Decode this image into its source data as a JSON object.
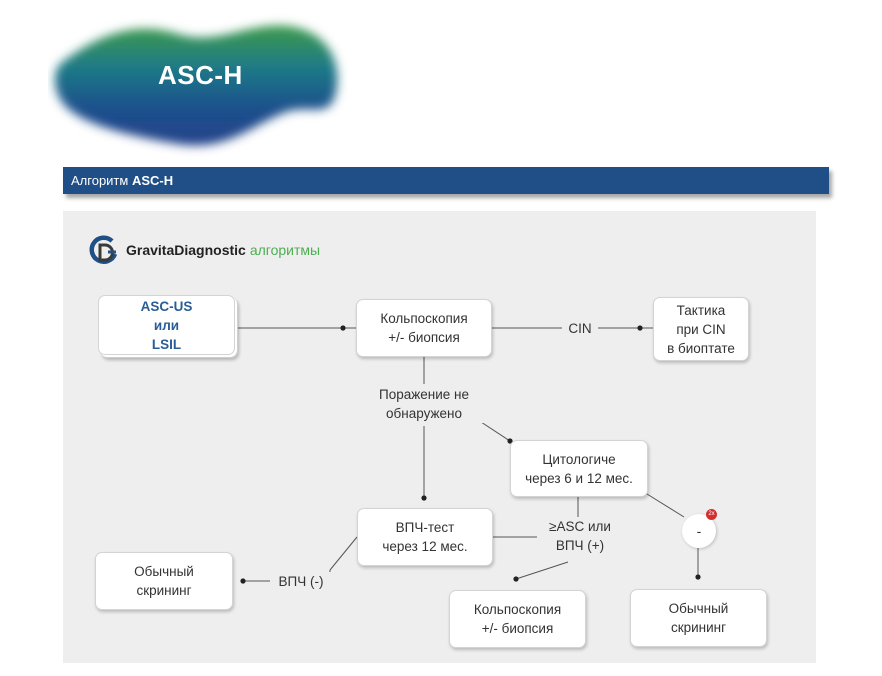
{
  "logo": {
    "title": "ASC-H"
  },
  "banner": {
    "prefix": "Алгоритм",
    "title": "ASC-H"
  },
  "brand": {
    "name": "GravitaDiagnostic",
    "subtitle": "алгоритмы",
    "accent": "#4caf50"
  },
  "colors": {
    "banner": "#1f4f86",
    "panel": "#eeeeee",
    "badge": "#d32f2f"
  },
  "nodes": {
    "start": "ASC-US\nили\nLSIL",
    "colposcopy1": "Кольпоскопия\n+/- биопсия",
    "tactics": "Тактика\nпри CIN\nв биоптате",
    "cytology": "Цитологиче\nчерез 6 и 12 мес.",
    "hpv_test": "ВПЧ-тест\nчерез 12 мес.",
    "routine1": "Обычный\nскрининг",
    "colposcopy2": "Кольпоскопия\n+/- биопсия",
    "routine2": "Обычный\nскрининг"
  },
  "edge_labels": {
    "cin": "CIN",
    "no_lesion": "Поражение не\nобнаружено",
    "asc_or_hpv": "≥ASC или\nВПЧ (+)",
    "hpv_neg": "ВПЧ (-)",
    "negative": "-"
  },
  "badge": "2x"
}
